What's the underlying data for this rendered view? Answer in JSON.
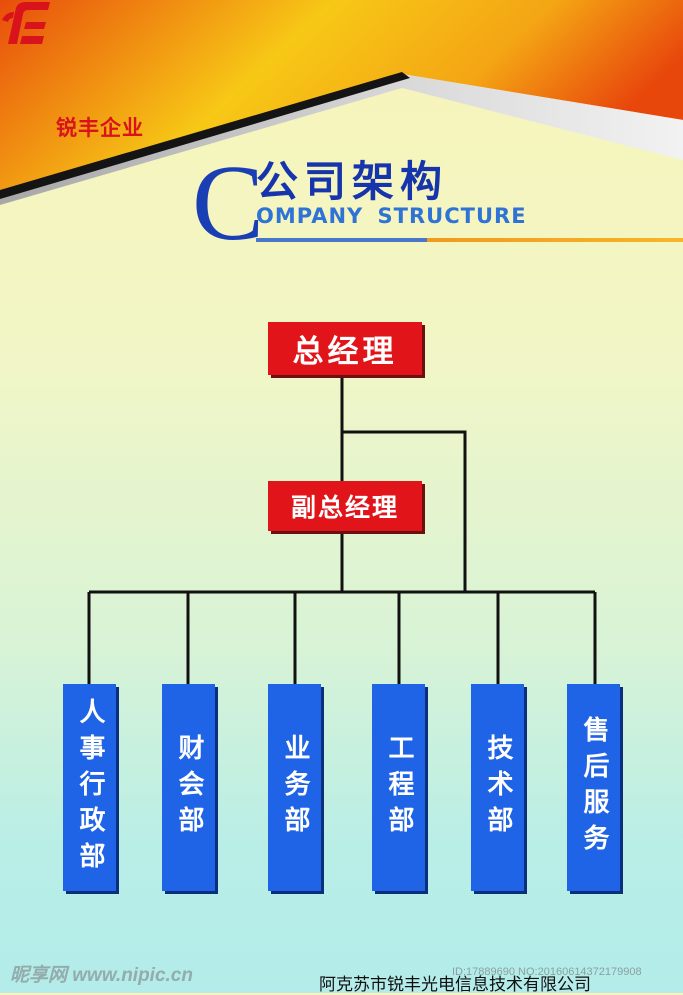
{
  "header": {
    "logo_text": "锐丰企业",
    "title_c": "C",
    "title_cn": "公司架构",
    "title_en": "OMPANY STRUCTURE"
  },
  "org": {
    "general_manager": "总经理",
    "deputy_general_manager": "副总经理",
    "departments": [
      {
        "label": "人事行政部"
      },
      {
        "label": "财会部"
      },
      {
        "label": "业务部"
      },
      {
        "label": "工程部"
      },
      {
        "label": "技术部"
      },
      {
        "label": "售后服务"
      }
    ]
  },
  "footer": {
    "company": "阿克苏市锐丰光电信息技术有限公司",
    "watermark": "昵享网 www.nipic.cn",
    "watermark_id": "ID:17889690 NO:20160614372179908"
  },
  "colors": {
    "red_box": "#e1141a",
    "blue_box": "#1f63e6",
    "title_blue": "#1634ac",
    "accent_orange": "#f29a1c"
  }
}
